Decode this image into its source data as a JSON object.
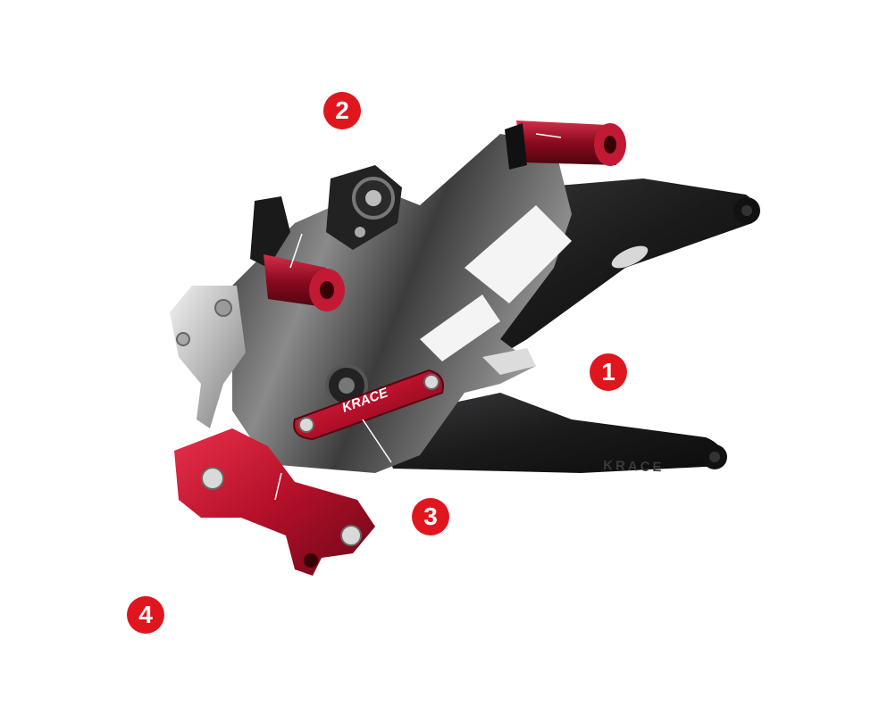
{
  "callouts": [
    {
      "number": "1"
    },
    {
      "number": "2"
    },
    {
      "number": "3"
    },
    {
      "number": "4"
    }
  ],
  "brand_logo": "KRACE",
  "brand_engraving": "KRACE",
  "colors": {
    "background": "#ffffff",
    "callout": "#e0161f",
    "anodized_red": "#c8102e",
    "frame_black": "#1c1c1e",
    "silver": "#c9c9c9"
  }
}
